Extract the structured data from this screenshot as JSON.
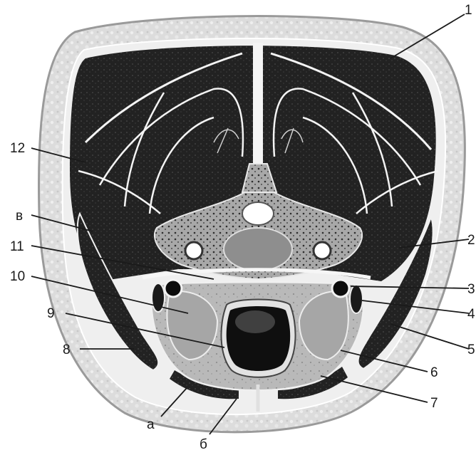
{
  "figure": {
    "labels": {
      "n1": "1",
      "n2": "2",
      "n3": "3",
      "n4": "4",
      "n5": "5",
      "n6": "6",
      "n7": "7",
      "n8": "8",
      "n9": "9",
      "n10": "10",
      "n11": "11",
      "n12": "12",
      "a": "а",
      "b": "б",
      "v": "в"
    }
  },
  "colors": {
    "skin_fat": "#d9d9d9",
    "muscle": "#202020",
    "fascia": "#f2f2f2",
    "bone": "#9a9a9a",
    "organ": "#b5b5b5",
    "lumen": "#0d0d0d"
  }
}
